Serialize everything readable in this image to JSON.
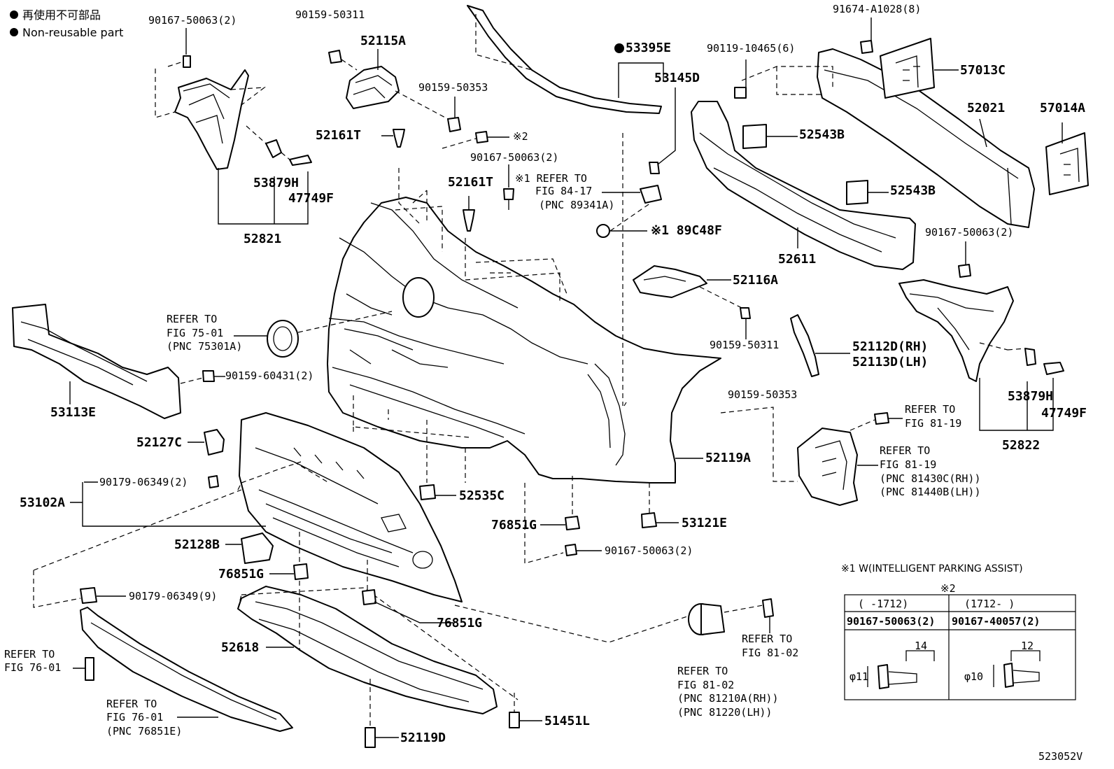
{
  "legend": {
    "jp": "再使用不可部品",
    "en": "Non-reusable part"
  },
  "labels": {
    "p90167_tl": "90167-50063(2)",
    "p90159_50311_top": "90159-50311",
    "p52115A": "52115A",
    "p90159_50353_top": "90159-50353",
    "p52161T_a": "52161T",
    "mark2_text": "※2",
    "p90167_mid": "90167-50063(2)",
    "p52161T_b": "52161T",
    "mark1_ref": "※1 REFER TO",
    "fig84": "FIG 84-17",
    "pnc89341": "(PNC 89341A)",
    "p53395E": "53395E",
    "p53145D": "53145D",
    "p90119": "90119-10465(6)",
    "p91674": "91674-A1028(8)",
    "p57013C": "57013C",
    "p52021": "52021",
    "p57014A": "57014A",
    "p52543B_a": "52543B",
    "p52543B_b": "52543B",
    "p52611": "52611",
    "p90167_right": "90167-50063(2)",
    "p89C48F": "※1 89C48F",
    "p52116A": "52116A",
    "p90159_50311_mid": "90159-50311",
    "p52112D": "52112D(RH)",
    "p52113D": "52113D(LH)",
    "p53879H_r": "53879H",
    "p47749F_r": "47749F",
    "p52822": "52822",
    "p53879H_l": "53879H",
    "p47749F_l": "47749F",
    "p52821": "52821",
    "ref75_a": "REFER TO",
    "ref75_b": "FIG 75-01",
    "ref75_c": "(PNC 75301A)",
    "p90159_60431": "90159-60431(2)",
    "p53113E": "53113E",
    "p52127C": "52127C",
    "p90179_a": "90179-06349(2)",
    "p53102A": "53102A",
    "p52535C": "52535C",
    "p90159_50353_mid": "90159-50353",
    "ref8119_a": "REFER TO",
    "ref8119_b": "FIG 81-19",
    "ref8119b_a": "REFER TO",
    "ref8119b_b": "FIG 81-19",
    "ref8119b_c": "(PNC 81430C(RH))",
    "ref8119b_d": "(PNC 81440B(LH))",
    "p52119A": "52119A",
    "p76851G_a": "76851G",
    "p53121E": "53121E",
    "p52128B": "52128B",
    "p90167_bot": "90167-50063(2)",
    "p76851G_b": "76851G",
    "p90179_b": "90179-06349(9)",
    "p76851G_c": "76851G",
    "p52618": "52618",
    "ref7601_a": "REFER TO",
    "ref7601_b": "FIG 76-01",
    "ref7601b_a": "REFER TO",
    "ref7601b_b": "FIG 76-01",
    "ref7601b_c": "(PNC 76851E)",
    "p51451L": "51451L",
    "p52119D": "52119D",
    "ref8102_a": "REFER TO",
    "ref8102_b": "FIG 81-02",
    "ref8102b_a": "REFER TO",
    "ref8102b_b": "FIG 81-02",
    "ref8102b_c": "(PNC 81210A(RH))",
    "ref8102b_d": "(PNC 81220(LH))",
    "diagram_id": "523052V"
  },
  "note_table": {
    "title": "※1 W(INTELLIGENT PARKING ASSIST)",
    "mark": "※2",
    "col1_range": "(    -1712)",
    "col2_range": "(1712-     )",
    "col1_part": "90167-50063(2)",
    "col2_part": "90167-40057(2)",
    "col1_len": "14",
    "col2_len": "12",
    "col1_dia": "φ11",
    "col2_dia": "φ10"
  }
}
